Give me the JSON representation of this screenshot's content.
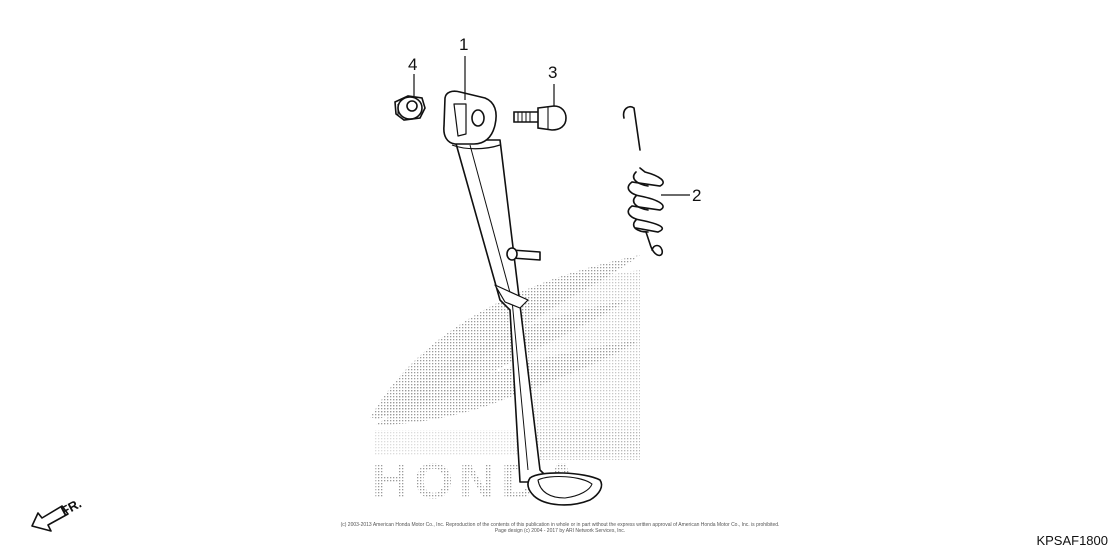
{
  "callouts": {
    "part_1": "1",
    "part_2": "2",
    "part_3": "3",
    "part_4": "4"
  },
  "front_indicator": "FR.",
  "watermark_text": "HONDA",
  "copyright": {
    "line1": "(c) 2003-2013 American Honda Motor Co., Inc. Reproduction of the contents of this publication in whole or in part without the express written approval of American Honda Motor Co., Inc. is prohibited.",
    "line2": "Page design (c) 2004 - 2017 by ARI Network Services, Inc."
  },
  "diagram_code": "KPSAF1800",
  "colors": {
    "line": "#111111",
    "watermark_dots": "#9a9a9a",
    "background": "#ffffff"
  }
}
